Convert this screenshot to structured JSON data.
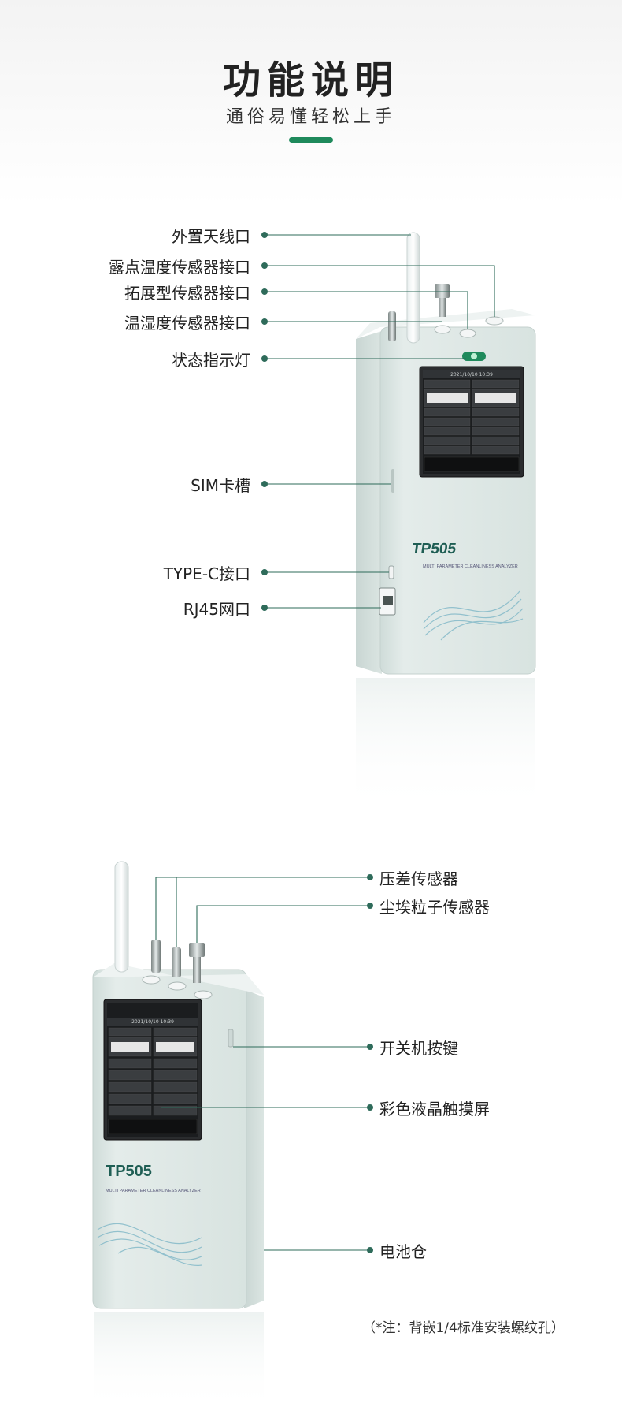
{
  "header": {
    "title": "功能说明",
    "subtitle": "通俗易懂轻松上手"
  },
  "colors": {
    "accent": "#1f8a5c",
    "line": "#2e6b5a",
    "device_body": "#dfe8e6"
  },
  "front_view": {
    "labels": {
      "antenna": "外置天线口",
      "dew_point": "露点温度传感器接口",
      "expansion": "拓展型传感器接口",
      "temp_humidity": "温湿度传感器接口",
      "status_light": "状态指示灯",
      "sim_slot": "SIM卡槽",
      "type_c": "TYPE-C接口",
      "rj45": "RJ45网口"
    }
  },
  "side_view": {
    "labels": {
      "pressure": "压差传感器",
      "dust": "尘埃粒子传感器",
      "power_key": "开关机按键",
      "touch_screen": "彩色液晶触摸屏",
      "battery": "电池仓"
    }
  },
  "device": {
    "model": "TP505",
    "subtitle": "MULTI PARAMETER CLEANLINESS ANALYZER",
    "screen_time": "2021/10/10 10:39"
  },
  "note": "（*注：背嵌1/4标准安装螺纹孔）"
}
